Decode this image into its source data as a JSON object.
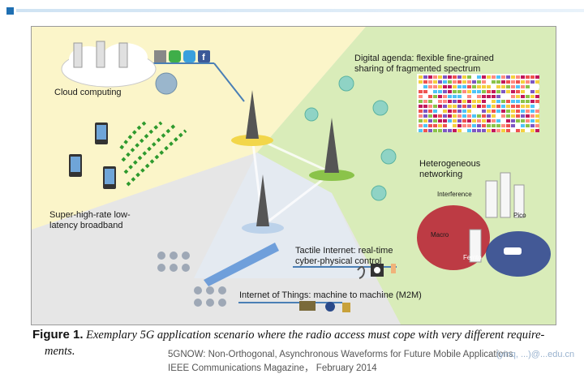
{
  "diagram": {
    "labels": {
      "cloud": "Cloud computing",
      "broadband": "Super-high-rate low-\nlatency broadband",
      "digital_agenda": "Digital agenda: flexible fine-grained\nsharing of fragmented spectrum",
      "heterogeneous": "Heterogeneous\nnetworking",
      "interference": "Interference",
      "macro": "Macro",
      "femto": "Femto",
      "pico": "Pico",
      "tactile": "Tactile Internet: real-time\ncyber-physical control",
      "iot": "Internet of Things: machine to machine (M2M)"
    },
    "colors": {
      "yellow_region": "#fbf5c9",
      "green_region": "#d9ecb9",
      "blue_region": "#dbe7f3",
      "gray_region": "#e8e8e8",
      "link_blue": "#4a7fb5"
    },
    "icons": [
      "server-rack-icon",
      "whatsapp-icon",
      "skype-icon",
      "facebook-icon",
      "globe-icon",
      "smartphone-icon",
      "cell-tower-icon",
      "signal-wave-icon",
      "spectrum-grid-icon",
      "building-icon",
      "car-icon",
      "sensor-icon",
      "ear-icon",
      "eye-icon",
      "hand-icon",
      "vehicle-icon",
      "lock-icon"
    ]
  },
  "caption": {
    "label": "Figure 1.",
    "text": "Exemplary 5G application scenario where the radio access must cope with very different require-",
    "text2": "ments."
  },
  "source": {
    "line1": "5GNOW: Non-Orthogonal, Asynchronous Waveforms for Future Mobile Applications",
    "line2": "IEEE Communications Magazine，  February 2014",
    "email": "(yinq, ...)@...edu.cn"
  }
}
